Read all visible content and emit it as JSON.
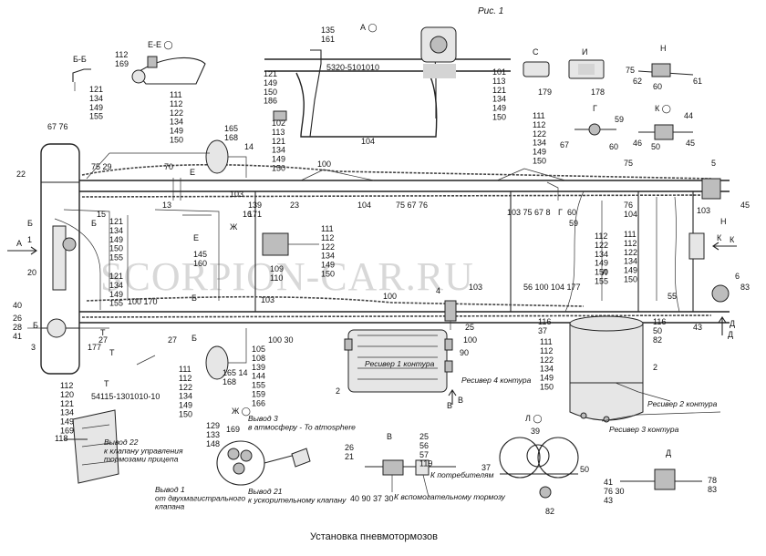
{
  "figure_label": "Рис. 1",
  "caption": "Установка пневмотормозов",
  "watermark": "SCORPION-CAR.RU",
  "view_labels": [
    {
      "id": "view-a",
      "text": "А ◯"
    },
    {
      "id": "view-bb",
      "text": "Б-Б"
    },
    {
      "id": "view-ee",
      "text": "Е-Е ◯"
    },
    {
      "id": "view-s",
      "text": "С"
    },
    {
      "id": "view-i",
      "text": "И"
    },
    {
      "id": "view-n",
      "text": "Н"
    },
    {
      "id": "view-g",
      "text": "Г"
    },
    {
      "id": "view-k",
      "text": "К ◯"
    },
    {
      "id": "view-t",
      "text": "Т"
    },
    {
      "id": "view-zh",
      "text": "Ж ◯"
    },
    {
      "id": "view-v",
      "text": "В"
    },
    {
      "id": "view-l",
      "text": "Л ◯"
    },
    {
      "id": "view-d",
      "text": "Д"
    }
  ],
  "part_numbers": {
    "view_a_top": "135\n161",
    "part_code_a": "5320-5101010",
    "view_a_left": "121\n149\n150\n186",
    "view_a_right": "101\n113\n121\n134\n149\n150",
    "view_a_bottom_left": "102\n113\n121\n134\n149\n150",
    "view_a_104": "104",
    "view_ee": "112\n169",
    "view_bb": "121\n134\n149\n155",
    "view_s": "179",
    "view_i": "178",
    "view_n_75": "75",
    "view_n_62": "62",
    "view_n_60": "60",
    "view_n_61": "61",
    "view_g_59": "59",
    "view_g_67": "67",
    "view_g_60": "60",
    "view_k_44": "44",
    "view_k_46": "46",
    "view_k_50": "50",
    "view_k_45": "45",
    "top_group_1": "111\n112\n122\n134\n149\n150",
    "p165_168": "165\n168",
    "p14": "14",
    "p70": "70",
    "p100_top": "100",
    "p75_29": "75  29",
    "p67_76": "67   76",
    "p22": "22",
    "p103_top": "103",
    "p139_171": "139\n171",
    "p23": "23",
    "p104_top": "104",
    "p75_67_76": "75 67 76",
    "top_group_2": "111\n112\n122\n134\n149\n150",
    "p103_75_67_8": "103 75 67 8",
    "p60": "60",
    "p75_right": "75",
    "p76_104": "76\n104",
    "p59": "59",
    "right_group_1": "111\n112\n122\n134\n149\n150",
    "p5": "5",
    "p103_right": "103",
    "p45": "45",
    "p15": "15",
    "p13": "13",
    "left_group_1": "121\n134\n149\n150\n155",
    "left_group_2": "121\n134\n149\n155",
    "p1": "1",
    "p20": "20",
    "p16": "16",
    "p145_160": "145\n160",
    "p109_110": "109\n110",
    "mid_group_1": "111\n112\n122\n134\n149\n150",
    "p112_134": "112\n122\n134\n149\n150\n155",
    "p100_mid": "100",
    "p103_mid": "103",
    "p83": "83",
    "p6": "6",
    "p40": "40",
    "p26_28_41_3": "26\n28\n41",
    "p3": "3",
    "p177": "177",
    "p27": "27",
    "p100_170": "100  170",
    "p27_b": "27",
    "p103_lower": "103",
    "p100_30": "100   30",
    "p105_group": "105\n108\n139\n144\n155\n159\n166",
    "p165_168_lower": "165 14\n168",
    "lower_group_left": "111\n112\n122\n134\n149\n150",
    "p4": "4",
    "p25": "25",
    "p100_lower": "100",
    "p90": "90",
    "p56_100_104_177": "56 100 104 177",
    "p116_37": "116\n37",
    "p116_50_82": "116\n50\n82",
    "p55": "55",
    "p43": "43",
    "p2_right": "2",
    "p2_left": "2",
    "lower_group_mid": "111\n112\n122\n134\n149\n150",
    "t_group": "112\n120\n121\n134\n149\n169",
    "t_code": "54115-1301010-10",
    "p118": "118",
    "zh_group": "129\n133\n148",
    "zh_169": "169",
    "v_26_21": "26\n21",
    "v_25_56_57_119": "25\n56\n57\n119",
    "v_40_90_37_30": "40   90   37   30",
    "l_39": "39",
    "l_37": "37",
    "l_50": "50",
    "l_82": "82",
    "d_41_76_30_43": "41\n76  30\n43",
    "d_78_83": "78\n83"
  },
  "annotations": {
    "receiver_1": "Ресивер 1 контура",
    "receiver_4": "Ресивер 4 контура",
    "receiver_2": "Ресивер 2 контура",
    "receiver_3": "Ресивер 3 контура",
    "vyvod_22": "Вывод 22\nк клапану управления\nтормозами прицепа",
    "vyvod_1": "Вывод 1\nот двухмагистрального\nклапана",
    "vyvod_3": "Вывод 3\nв атмосферу - To atmosphere",
    "vyvod_21": "Вывод 21\nк ускорительному клапану",
    "k_consumers": "К потребителям",
    "k_aux_brake": "К вспомогательному тормозу"
  },
  "section_marks": [
    "Б",
    "Б",
    "Е",
    "Е",
    "Ж",
    "Т",
    "Т",
    "Б",
    "Б",
    "Б",
    "Л",
    "Г",
    "Н",
    "К",
    "Д",
    "В"
  ],
  "arrow_marks": {
    "a_left": "А",
    "k_right": "К",
    "d_down": "Д",
    "v_down": "В"
  }
}
